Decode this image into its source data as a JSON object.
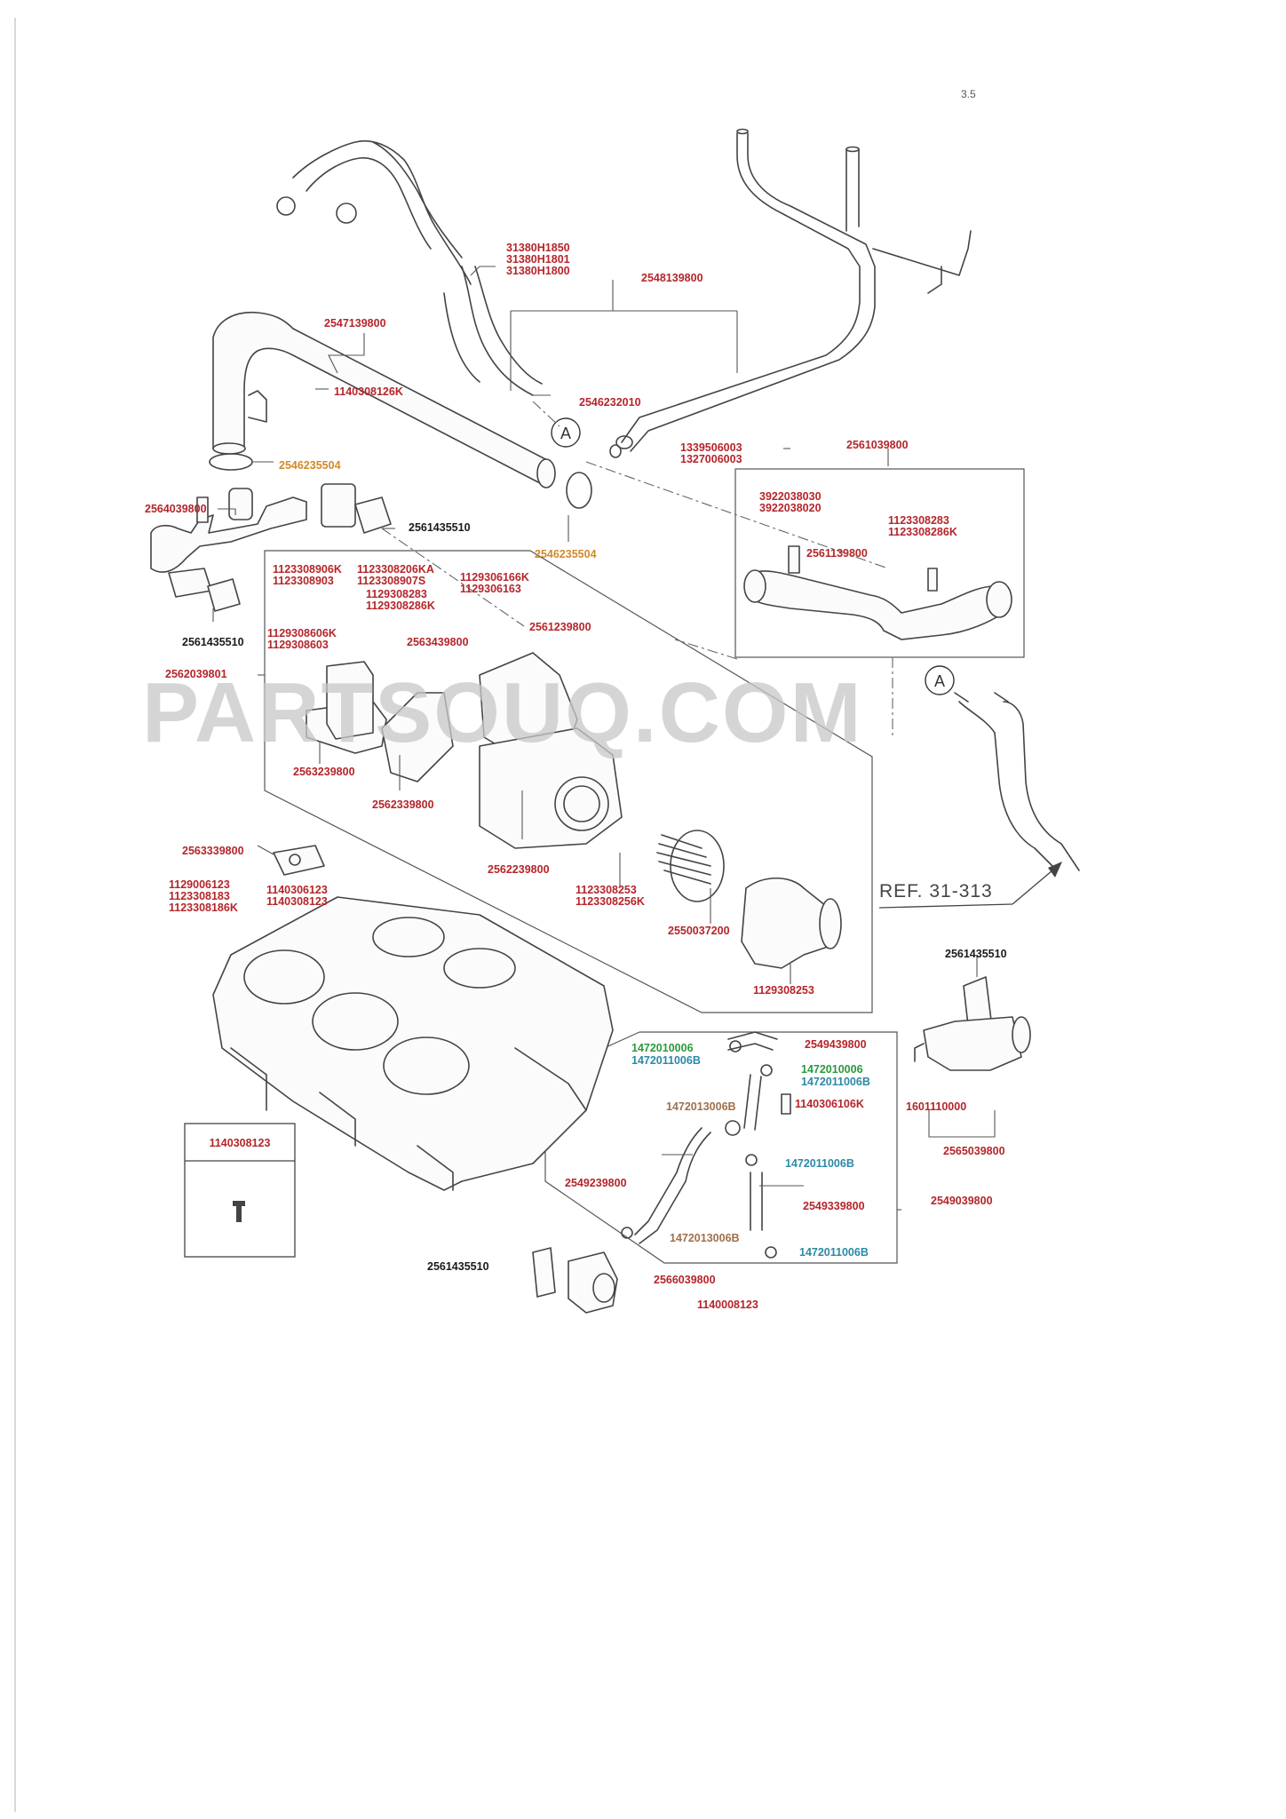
{
  "page": {
    "page_number": "3.5"
  },
  "watermark": "PARTSOUQ.COM",
  "reference": {
    "text": "REF. 31-313"
  },
  "callouts": [
    "A",
    "A"
  ],
  "legend_box": {
    "part_number": "1140308123"
  },
  "colors": {
    "part_red": "#b5252a",
    "part_orange": "#d08a2a",
    "part_green": "#2a9a3a",
    "part_teal": "#2a8aa8",
    "part_brown": "#a0704a",
    "part_dark": "#1a1a1a",
    "line": "#444444"
  },
  "labels": [
    {
      "id": "l1",
      "lines": [
        "31380H1850",
        "31380H1801",
        "31380H1800"
      ],
      "color": "red"
    },
    {
      "id": "l2",
      "lines": [
        "2548139800"
      ],
      "color": "red"
    },
    {
      "id": "l3",
      "lines": [
        "2547139800"
      ],
      "color": "red"
    },
    {
      "id": "l4",
      "lines": [
        "1140308126K"
      ],
      "color": "red"
    },
    {
      "id": "l5",
      "lines": [
        "2546232010"
      ],
      "color": "red"
    },
    {
      "id": "l6",
      "lines": [
        "1339506003",
        "1327006003"
      ],
      "color": "red"
    },
    {
      "id": "l7",
      "lines": [
        "2561039800"
      ],
      "color": "red"
    },
    {
      "id": "l8",
      "lines": [
        "2546235504"
      ],
      "color": "orange"
    },
    {
      "id": "l9",
      "lines": [
        "2564039800"
      ],
      "color": "red"
    },
    {
      "id": "l10",
      "lines": [
        "2561435510"
      ],
      "color": "dark"
    },
    {
      "id": "l11",
      "lines": [
        "2546235504"
      ],
      "color": "orange"
    },
    {
      "id": "l12",
      "lines": [
        "3922038030",
        "3922038020"
      ],
      "color": "red"
    },
    {
      "id": "l13",
      "lines": [
        "1123308283",
        "1123308286K"
      ],
      "color": "red"
    },
    {
      "id": "l14",
      "lines": [
        "2561139800"
      ],
      "color": "red"
    },
    {
      "id": "l15",
      "lines": [
        "1123308906K",
        "1123308903"
      ],
      "color": "red"
    },
    {
      "id": "l16",
      "lines": [
        "1123308206KA",
        "1123308907S"
      ],
      "color": "red"
    },
    {
      "id": "l17",
      "lines": [
        "1129306166K",
        "1129306163"
      ],
      "color": "red"
    },
    {
      "id": "l18",
      "lines": [
        "1129308283",
        "1129308286K"
      ],
      "color": "red"
    },
    {
      "id": "l19",
      "lines": [
        "2561239800"
      ],
      "color": "red"
    },
    {
      "id": "l20",
      "lines": [
        "2563439800"
      ],
      "color": "red"
    },
    {
      "id": "l21",
      "lines": [
        "2561435510"
      ],
      "color": "dark"
    },
    {
      "id": "l22",
      "lines": [
        "1129308606K",
        "1129308603"
      ],
      "color": "red"
    },
    {
      "id": "l23",
      "lines": [
        "2562039801"
      ],
      "color": "red"
    },
    {
      "id": "l24",
      "lines": [
        "2563239800"
      ],
      "color": "red"
    },
    {
      "id": "l25",
      "lines": [
        "2562339800"
      ],
      "color": "red"
    },
    {
      "id": "l26",
      "lines": [
        "2563339800"
      ],
      "color": "red"
    },
    {
      "id": "l27",
      "lines": [
        "2562239800"
      ],
      "color": "red"
    },
    {
      "id": "l28",
      "lines": [
        "1129006123",
        "1123308183",
        "1123308186K"
      ],
      "color": "red"
    },
    {
      "id": "l29",
      "lines": [
        "1140306123",
        "1140308123"
      ],
      "color": "red"
    },
    {
      "id": "l30",
      "lines": [
        "1123308253",
        "1123308256K"
      ],
      "color": "red"
    },
    {
      "id": "l31",
      "lines": [
        "2550037200"
      ],
      "color": "red"
    },
    {
      "id": "l32",
      "lines": [
        "1129308253"
      ],
      "color": "red"
    },
    {
      "id": "l33",
      "lines": [
        "2561435510"
      ],
      "color": "dark"
    },
    {
      "id": "l34",
      "lines": [
        "1472010006"
      ],
      "color": "green"
    },
    {
      "id": "l35",
      "lines": [
        "1472011006B"
      ],
      "color": "teal"
    },
    {
      "id": "l36",
      "lines": [
        "2549439800"
      ],
      "color": "red"
    },
    {
      "id": "l37",
      "lines": [
        "1472010006"
      ],
      "color": "green"
    },
    {
      "id": "l38",
      "lines": [
        "1472011006B"
      ],
      "color": "teal"
    },
    {
      "id": "l39",
      "lines": [
        "1472013006B"
      ],
      "color": "brown"
    },
    {
      "id": "l40",
      "lines": [
        "1140306106K"
      ],
      "color": "red"
    },
    {
      "id": "l41",
      "lines": [
        "1601110000"
      ],
      "color": "red"
    },
    {
      "id": "l42",
      "lines": [
        "2565039800"
      ],
      "color": "red"
    },
    {
      "id": "l43",
      "lines": [
        "1472011006B"
      ],
      "color": "teal"
    },
    {
      "id": "l44",
      "lines": [
        "2549239800"
      ],
      "color": "red"
    },
    {
      "id": "l45",
      "lines": [
        "2549339800"
      ],
      "color": "red"
    },
    {
      "id": "l46",
      "lines": [
        "2549039800"
      ],
      "color": "red"
    },
    {
      "id": "l47",
      "lines": [
        "1472013006B"
      ],
      "color": "brown"
    },
    {
      "id": "l48",
      "lines": [
        "1472011006B"
      ],
      "color": "teal"
    },
    {
      "id": "l49",
      "lines": [
        "2561435510"
      ],
      "color": "dark"
    },
    {
      "id": "l50",
      "lines": [
        "2566039800"
      ],
      "color": "red"
    },
    {
      "id": "l51",
      "lines": [
        "1140008123"
      ],
      "color": "red"
    }
  ]
}
